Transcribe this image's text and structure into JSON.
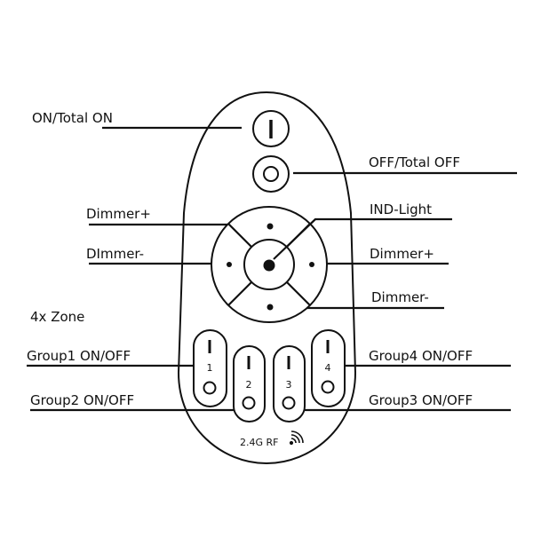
{
  "labels": {
    "on_total_on": "ON/Total ON",
    "off_total_off": "OFF/Total OFF",
    "dimmer_plus_left": "Dimmer+",
    "ind_light": "IND-Light",
    "dimmer_minus_left": "DImmer-",
    "dimmer_plus_right": "Dimmer+",
    "dimmer_minus_right": "Dimmer-",
    "zone": "4x Zone",
    "group1": "Group1 ON/OFF",
    "group2": "Group2 ON/OFF",
    "group3": "Group3 ON/OFF",
    "group4": "Group4 ON/OFF"
  },
  "remote": {
    "rf_label": "2.4G RF",
    "group_numbers": [
      "1",
      "2",
      "3",
      "4"
    ],
    "rf_icon": "wireless-signal-icon"
  }
}
